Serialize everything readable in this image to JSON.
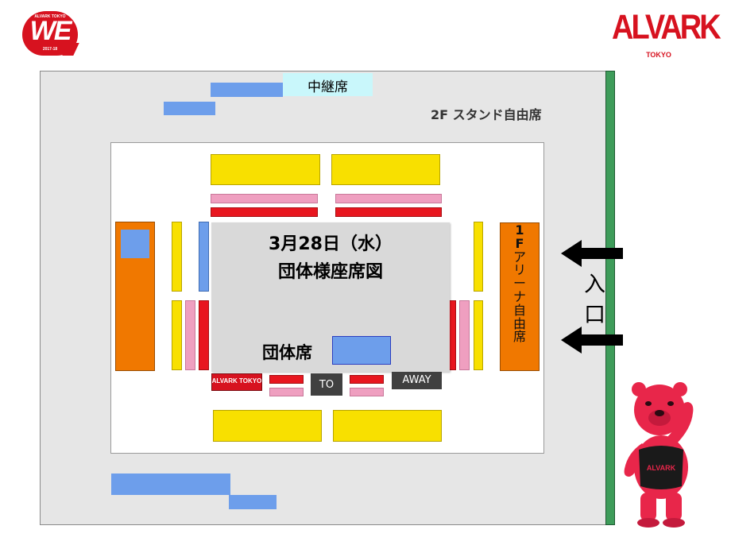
{
  "logos": {
    "we_logo": {
      "main": "WE",
      "top": "ALVARK TOKYO",
      "bottom": "2017-18"
    },
    "brand": {
      "main": "ALVARK",
      "sub": "TOKYO"
    }
  },
  "venue": {
    "relay_seats": "中継席",
    "stand_2f": "2F スタンド自由席",
    "arena_1f_chars": [
      "1",
      "F",
      "ア",
      "リ",
      "ー",
      "ナ",
      "自",
      "由",
      "席"
    ],
    "entrance_chars": [
      "入",
      "口"
    ]
  },
  "overlay": {
    "date": "3月28日（水）",
    "title": "団体様座席図",
    "group_seat_label": "団体席"
  },
  "bench": {
    "home": "ALVARK TOKYO",
    "to": "TO",
    "away": "AWAY"
  },
  "colors": {
    "gold": "#f8e000",
    "pink": "#ef9fc0",
    "red": "#e8161f",
    "group_blue": "#6d9eeb",
    "orange": "#f07800",
    "relay_cyan": "#c9f7fb",
    "entrance_green": "#3e9c5a",
    "brand_red": "#d7121f"
  }
}
